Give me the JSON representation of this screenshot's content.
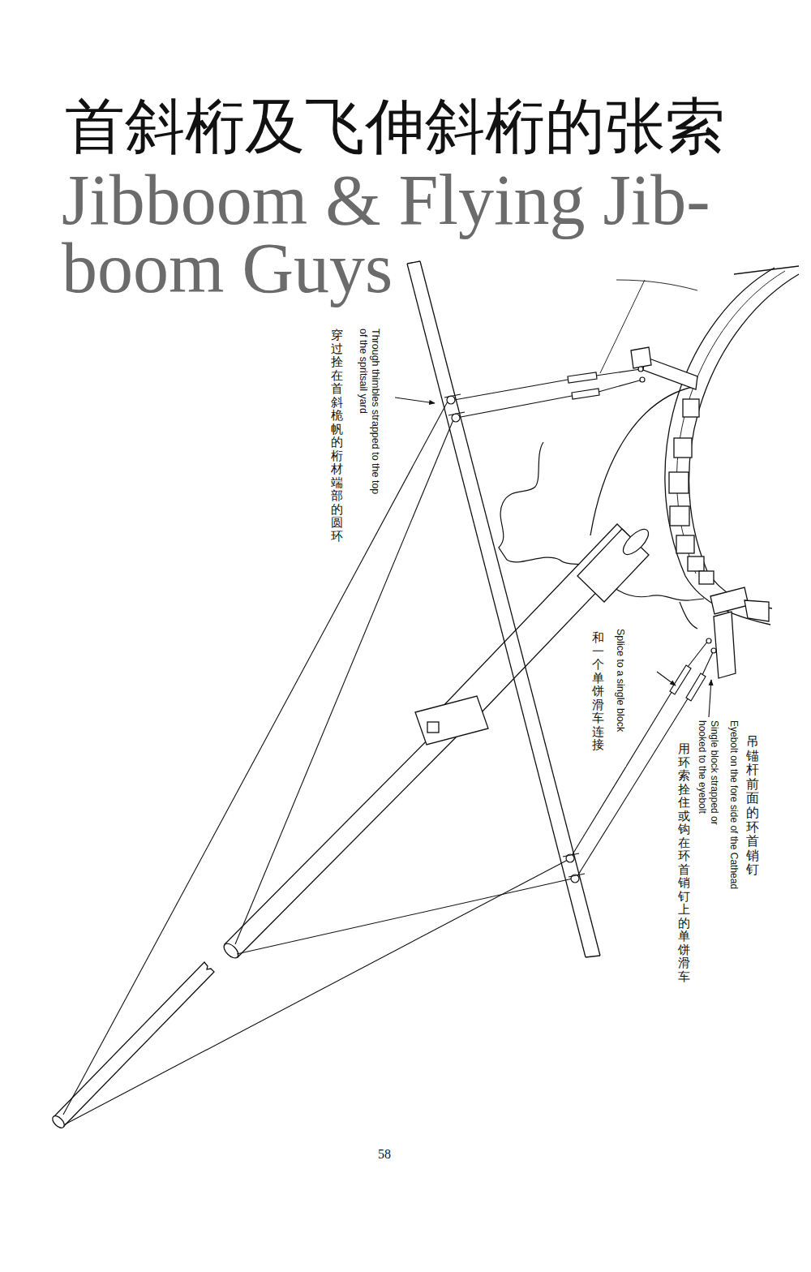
{
  "diagram": {
    "title": "首斜桁及飞伸斜桁的张索",
    "labels": [
      "Jibboom & Flying Jib- boom Guys",
      "Through thimbles strapped to the top of the spritsail yard",
      "穿过拴在首斜桅帆的桁材端部的圆环",
      "Splice to a single block",
      "和一个单饼滑车连接",
      "Eyebolt on the fore side of the Cathead",
      "吊锚杆前面的环首销钉",
      "Single block strapped or hooked to the eyebolt",
      "用环索拴住或钩在环首销钉上的单饼滑车",
      "58"
    ]
  }
}
